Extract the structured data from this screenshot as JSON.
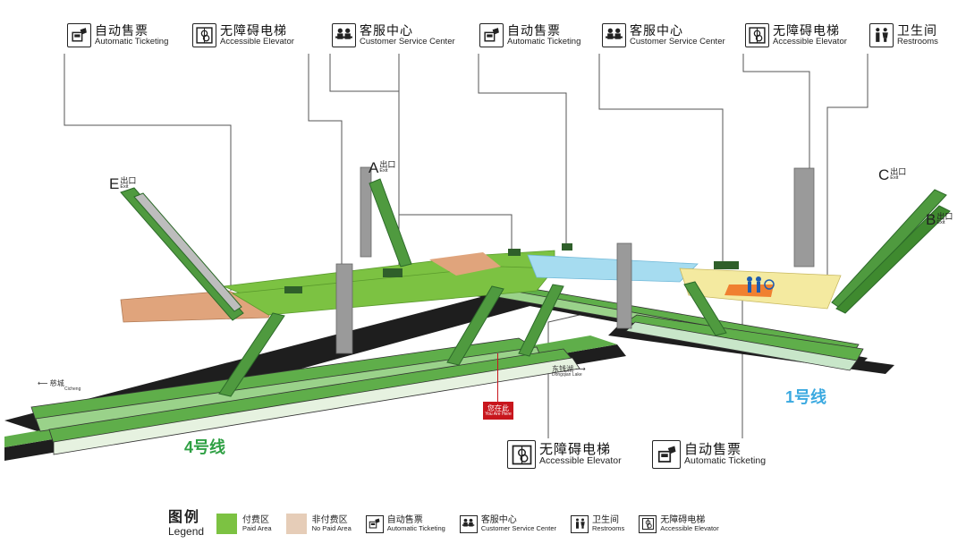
{
  "facilities_top": [
    {
      "cn": "自动售票",
      "en": "Automatic Ticketing",
      "icon": "ticket-icon"
    },
    {
      "cn": "无障碍电梯",
      "en": "Accessible Elevator",
      "icon": "accessible-elevator-icon"
    },
    {
      "cn": "客服中心",
      "en": "Customer Service Center",
      "icon": "service-center-icon"
    },
    {
      "cn": "自动售票",
      "en": "Automatic Ticketing",
      "icon": "ticket-icon"
    },
    {
      "cn": "客服中心",
      "en": "Customer Service Center",
      "icon": "service-center-icon"
    },
    {
      "cn": "无障碍电梯",
      "en": "Accessible Elevator",
      "icon": "accessible-elevator-icon"
    },
    {
      "cn": "卫生间",
      "en": "Restrooms",
      "icon": "restroom-icon"
    }
  ],
  "facilities_bottom": [
    {
      "cn": "无障碍电梯",
      "en": "Accessible Elevator",
      "icon": "accessible-elevator-icon"
    },
    {
      "cn": "自动售票",
      "en": "Automatic Ticketing",
      "icon": "ticket-icon"
    }
  ],
  "exits": {
    "e": {
      "letter": "E",
      "cn": "出口",
      "en": "Exit"
    },
    "a": {
      "letter": "A",
      "cn": "出口",
      "en": "Exit"
    },
    "c": {
      "letter": "C",
      "cn": "出口",
      "en": "Exit"
    },
    "b": {
      "letter": "B",
      "cn": "出口",
      "en": "Exit"
    }
  },
  "lines": {
    "line4": {
      "label": "4号线",
      "color": "#2ea043"
    },
    "line1": {
      "label": "1号线",
      "color": "#3aa9e0"
    }
  },
  "directions": {
    "left": {
      "cn": "慈城",
      "en": "Cicheng"
    },
    "right": {
      "cn": "东钱湖",
      "en": "Dongqian Lake"
    }
  },
  "you_are_here": {
    "cn": "您在此",
    "en": "You Are Here"
  },
  "colors": {
    "paid_area": "#7cc242",
    "nonpaid_area": "#e0a47c",
    "line1_area": "#a6dcf0",
    "line1_nonpaid": "#f4eaa0",
    "train": "#5fae4a",
    "track": "#1e1e1e"
  },
  "legend": {
    "title_cn": "图例",
    "title_en": "Legend",
    "items": [
      {
        "cn": "付费区",
        "en": "Paid Area",
        "swatch": "#7cc242"
      },
      {
        "cn": "非付费区",
        "en": "No Paid Area",
        "swatch": "#e6cdb8"
      },
      {
        "cn": "自动售票",
        "en": "Automatic Ticketing",
        "icon": "ticket-icon"
      },
      {
        "cn": "客服中心",
        "en": "Customer Service Center",
        "icon": "service-center-icon"
      },
      {
        "cn": "卫生间",
        "en": "Restrooms",
        "icon": "restroom-icon"
      },
      {
        "cn": "无障碍电梯",
        "en": "Accessible Elevator",
        "icon": "accessible-elevator-icon"
      }
    ]
  }
}
